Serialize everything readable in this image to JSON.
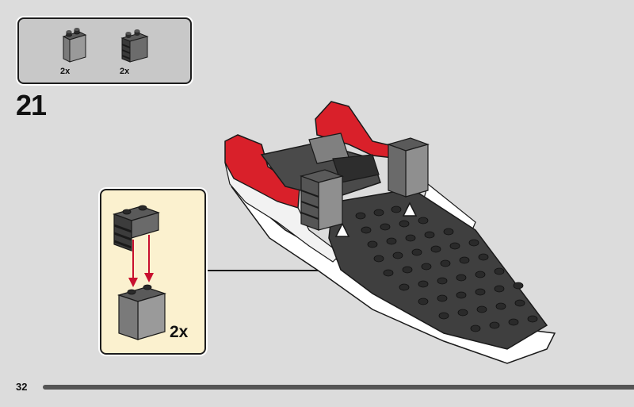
{
  "parts_list": {
    "items": [
      {
        "part": "panel-1x2x2-dark-bluish-gray",
        "quantity": "2x"
      },
      {
        "part": "brick-1x2-with-grill-dark-bluish-gray",
        "quantity": "2x"
      }
    ]
  },
  "step": {
    "number": "21"
  },
  "callout": {
    "quantity": "2x"
  },
  "footer": {
    "page_number": "32"
  },
  "colors": {
    "background": "#dcdcdc",
    "parts_box": "#c8c8c8",
    "callout_bg": "#fbf1cf",
    "hull_red": "#d9202a",
    "hull_white": "#ffffff",
    "plate_dark": "#3f3f3f",
    "brick_gray": "#6b6b6b",
    "arrow_red": "#c8102e"
  }
}
